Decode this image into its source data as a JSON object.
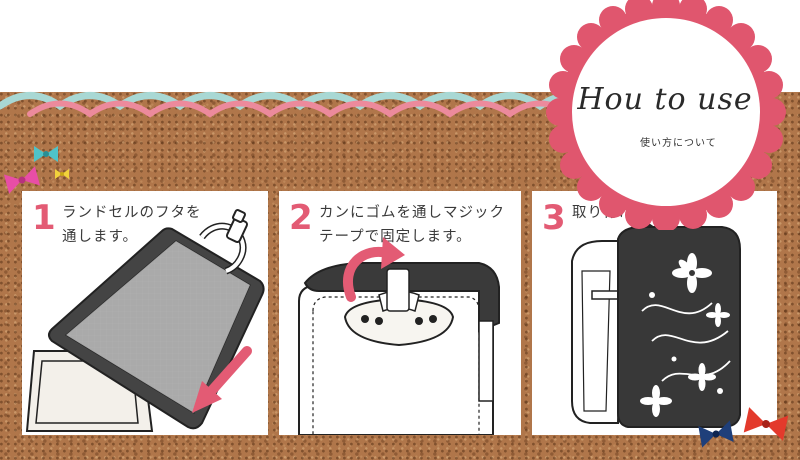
{
  "header": {
    "title_en": "Hou to use",
    "title_jp": "使い方について"
  },
  "steps": [
    {
      "number": "1",
      "lines": [
        "ランドセルのフタを",
        "通します。"
      ],
      "illustration_icon": "open-flap-bag-illustration"
    },
    {
      "number": "2",
      "lines": [
        "カンにゴムを通しマジック",
        "テープで固定します。"
      ],
      "illustration_icon": "strap-fasten-illustration"
    },
    {
      "number": "3",
      "lines": [
        "取り付け完了！"
      ],
      "illustration_icon": "finished-bag-illustration"
    }
  ],
  "colors": {
    "accent_pink": "#e35b74",
    "scallop_mint": "#a8d8d4",
    "scallop_pink": "#ec8a9c",
    "badge_red": "#e0566e",
    "cork": "#b0764a",
    "bow_red": "#e33a2c",
    "bow_navy": "#1f3f7a"
  }
}
